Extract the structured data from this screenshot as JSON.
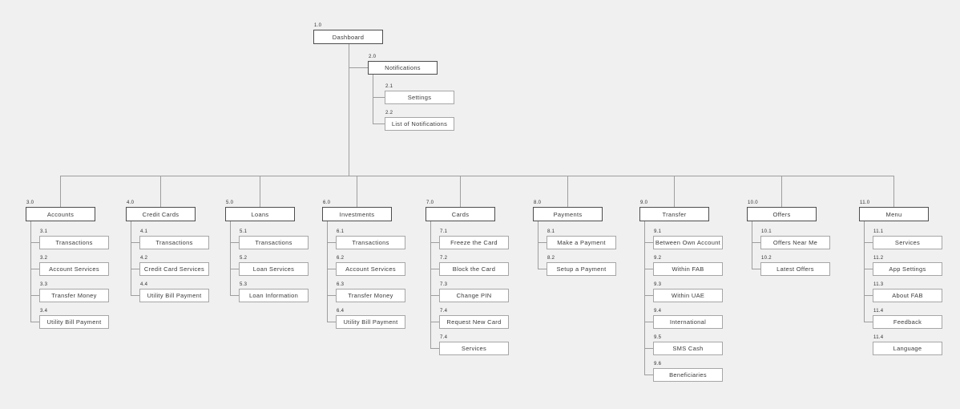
{
  "diagram": {
    "type": "sitemap-tree",
    "root": {
      "id": "1.0",
      "label": "Dashboard"
    },
    "notifications": {
      "id": "2.0",
      "label": "Notifications",
      "children": [
        {
          "id": "2.1",
          "label": "Settings"
        },
        {
          "id": "2.2",
          "label": "List of Notifications"
        }
      ]
    },
    "branches": [
      {
        "id": "3.0",
        "label": "Accounts",
        "children": [
          {
            "id": "3.1",
            "label": "Transactions"
          },
          {
            "id": "3.2",
            "label": "Account Services"
          },
          {
            "id": "3.3",
            "label": "Transfer Money"
          },
          {
            "id": "3.4",
            "label": "Utility Bill Payment"
          }
        ]
      },
      {
        "id": "4.0",
        "label": "Credit Cards",
        "children": [
          {
            "id": "4.1",
            "label": "Transactions"
          },
          {
            "id": "4.2",
            "label": "Credit Card Services"
          },
          {
            "id": "4.4",
            "label": "Utility Bill Payment"
          }
        ]
      },
      {
        "id": "5.0",
        "label": "Loans",
        "children": [
          {
            "id": "5.1",
            "label": "Transactions"
          },
          {
            "id": "5.2",
            "label": "Loan Services"
          },
          {
            "id": "5.3",
            "label": "Loan Information"
          }
        ]
      },
      {
        "id": "6.0",
        "label": "Investments",
        "children": [
          {
            "id": "6.1",
            "label": "Transactions"
          },
          {
            "id": "6.2",
            "label": "Account Services"
          },
          {
            "id": "6.3",
            "label": "Transfer Money"
          },
          {
            "id": "6.4",
            "label": "Utility Bill Payment"
          }
        ]
      },
      {
        "id": "7.0",
        "label": "Cards",
        "children": [
          {
            "id": "7.1",
            "label": "Freeze the Card"
          },
          {
            "id": "7.2",
            "label": "Block the Card"
          },
          {
            "id": "7.3",
            "label": "Change PIN"
          },
          {
            "id": "7.4",
            "label": "Request New Card"
          },
          {
            "id": "7.4",
            "label": "Services"
          }
        ]
      },
      {
        "id": "8.0",
        "label": "Payments",
        "children": [
          {
            "id": "8.1",
            "label": "Make a Payment"
          },
          {
            "id": "8.2",
            "label": "Setup a Payment"
          }
        ]
      },
      {
        "id": "9.0",
        "label": "Transfer",
        "children": [
          {
            "id": "9.1",
            "label": "Between Own Account"
          },
          {
            "id": "9.2",
            "label": "Within FAB"
          },
          {
            "id": "9.3",
            "label": "Within UAE"
          },
          {
            "id": "9.4",
            "label": "International"
          },
          {
            "id": "9.5",
            "label": "SMS Cash"
          },
          {
            "id": "9.6",
            "label": "Beneficiaries"
          }
        ]
      },
      {
        "id": "10.0",
        "label": "Offers",
        "children": [
          {
            "id": "10.1",
            "label": "Offers Near Me"
          },
          {
            "id": "10.2",
            "label": "Latest Offers"
          }
        ]
      },
      {
        "id": "11.0",
        "label": "Menu",
        "children": [
          {
            "id": "11.1",
            "label": "Services"
          },
          {
            "id": "11.2",
            "label": "App Settings"
          },
          {
            "id": "11.3",
            "label": "About FAB"
          },
          {
            "id": "11.4",
            "label": "Feedback"
          },
          {
            "id": "11.4",
            "label": "Language",
            "connected": false
          }
        ]
      }
    ],
    "colors": {
      "background": "#f0f0f0",
      "box_fill": "#ffffff",
      "parent_border": "#4d4d4d",
      "child_border": "#a6a6a6",
      "connector": "#9e9e9e",
      "text": "#3a3a3a"
    }
  }
}
